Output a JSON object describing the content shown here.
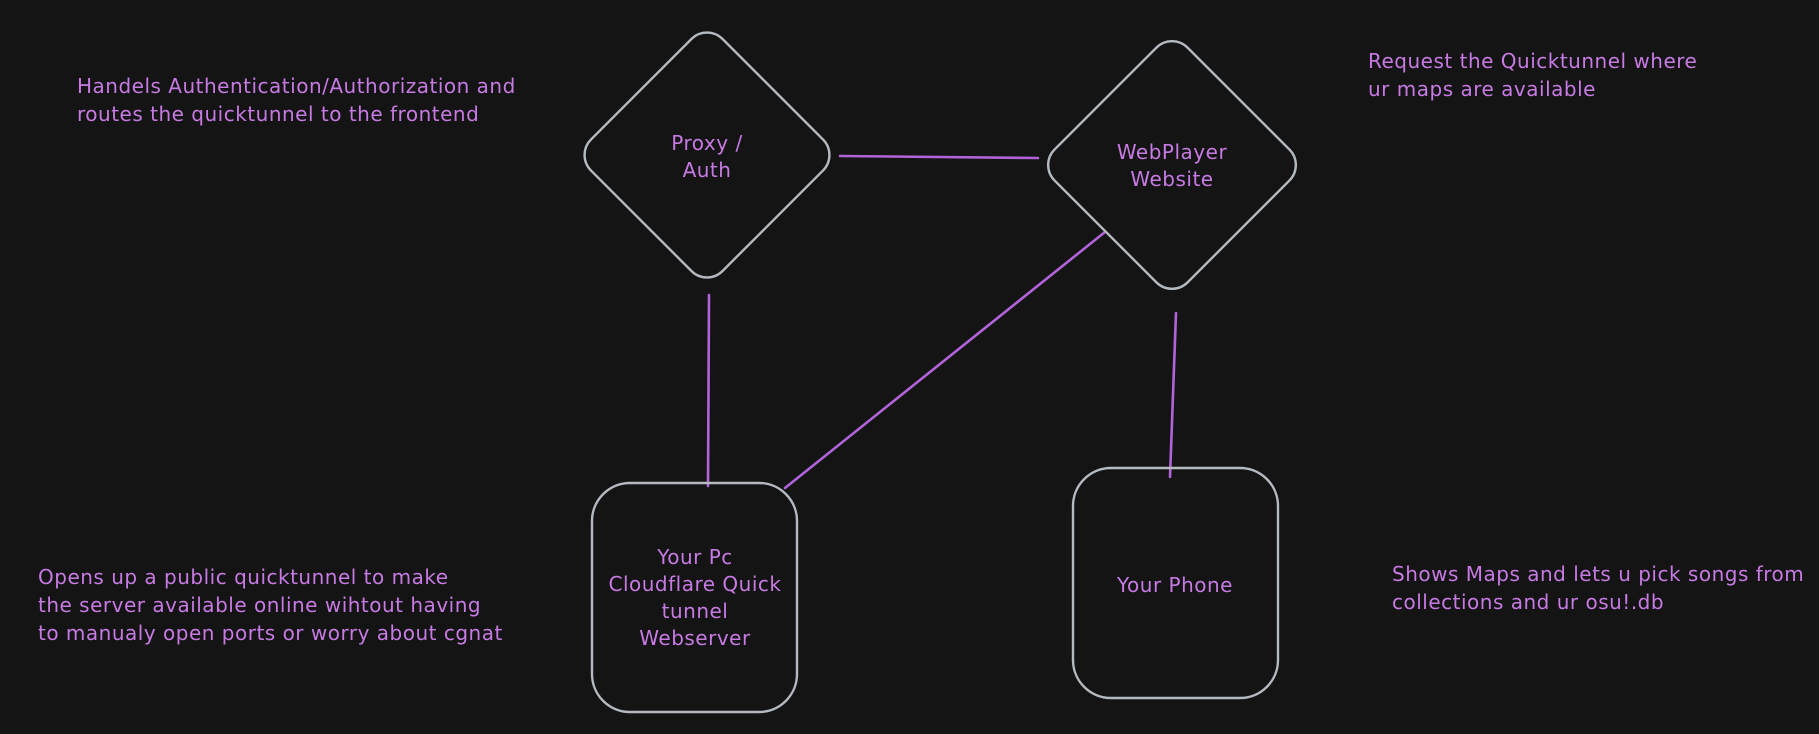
{
  "canvas": {
    "colors": {
      "bg": "#141414",
      "ink": "#c77ae3",
      "stroke": "#b4bac0",
      "line": "#b164d9"
    }
  },
  "nodes": [
    {
      "id": "proxy-auth",
      "shape": "diamond",
      "label": "Proxy /\nAuth"
    },
    {
      "id": "webplayer-website",
      "shape": "diamond",
      "label": "WebPlayer\nWebsite"
    },
    {
      "id": "pc-quicktunnel-webserver",
      "shape": "rounded-rect",
      "label": "Your Pc\nCloudflare Quick\ntunnel\nWebserver"
    },
    {
      "id": "your-phone",
      "shape": "rounded-rect",
      "label": "Your Phone"
    }
  ],
  "notes": [
    {
      "id": "note-proxy",
      "text": "Handels Authentication/Authorization and\nroutes the quicktunnel to the frontend"
    },
    {
      "id": "note-webplayer",
      "text": "Request the Quicktunnel where\nur maps are available"
    },
    {
      "id": "note-webserver",
      "text": "Opens up a public quicktunnel to make\nthe server available online wihtout having\nto manualy open ports or worry about cgnat"
    },
    {
      "id": "note-phone",
      "text": "Shows Maps and lets u pick songs from\ncollections and ur osu!.db"
    }
  ],
  "edges": [
    {
      "id": "edge-proxy-webplayer",
      "from": "proxy-auth",
      "to": "webplayer-website"
    },
    {
      "id": "edge-proxy-webserver",
      "from": "proxy-auth",
      "to": "pc-quicktunnel-webserver"
    },
    {
      "id": "edge-webplayer-webserver",
      "from": "webplayer-website",
      "to": "pc-quicktunnel-webserver"
    },
    {
      "id": "edge-webplayer-phone",
      "from": "webplayer-website",
      "to": "your-phone"
    }
  ]
}
